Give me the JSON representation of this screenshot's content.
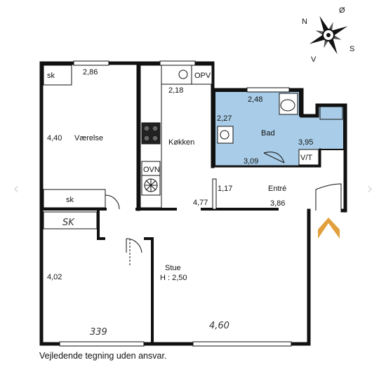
{
  "labels": {
    "sk_top": "sk",
    "room1_width": "2,86",
    "room1_depth": "4,40",
    "room1_name": "Værelse",
    "sk_bottom": "sk",
    "kitchen_width": "2,18",
    "opv": "OPV",
    "kitchen_name": "Køkken",
    "ovn": "OVN",
    "kitchen_len": "4,77",
    "bath_width": "2,48",
    "bath_depth": "2,27",
    "bath_name": "Bad",
    "bath_len": "3,09",
    "bath_len2": "3,95",
    "vt": "V/T",
    "hall_w": "1,17",
    "hall_name": "Entré",
    "hall_len": "3,86",
    "sk_hand": "SK",
    "living_depth": "4,02",
    "living_name": "Stue",
    "living_height": "H : 2,50",
    "hand_339": "339",
    "hand_460": "4,60"
  },
  "compass": {
    "n": "N",
    "o": "Ø",
    "s": "S",
    "v": "V"
  },
  "note": "Vejledende tegning uden ansvar.",
  "nav": {
    "prev": "‹",
    "next": "›"
  },
  "colors": {
    "bath": "#a9cde8",
    "wall": "#111111",
    "entry_arrow": "#e2a03c"
  }
}
